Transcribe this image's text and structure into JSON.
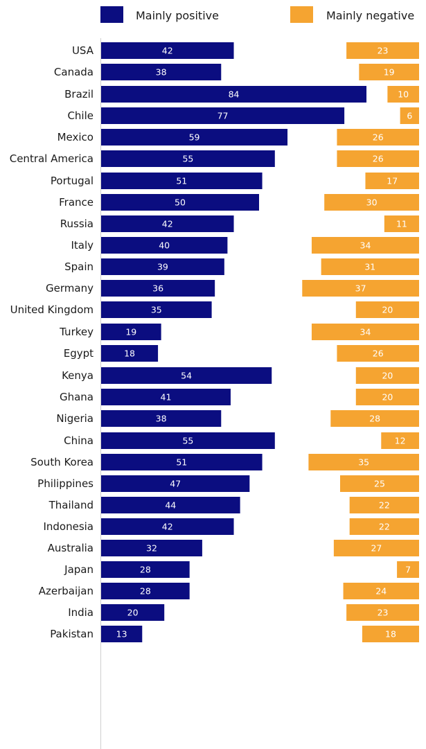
{
  "chart_data": {
    "type": "bar",
    "legend": {
      "placement": "top",
      "entries": [
        {
          "name": "Mainly positive",
          "color": "#0b0d80"
        },
        {
          "name": "Mainly negative",
          "color": "#f5a431"
        }
      ]
    },
    "series": [
      {
        "name": "Mainly positive",
        "color": "#0b0d80",
        "values": [
          42,
          38,
          84,
          77,
          59,
          55,
          51,
          50,
          42,
          40,
          39,
          36,
          35,
          19,
          18,
          54,
          41,
          38,
          55,
          51,
          47,
          44,
          42,
          32,
          28,
          28,
          20,
          13
        ]
      },
      {
        "name": "Mainly negative",
        "color": "#f5a431",
        "values": [
          23,
          19,
          10,
          6,
          26,
          26,
          17,
          30,
          11,
          34,
          31,
          37,
          20,
          34,
          26,
          20,
          20,
          28,
          12,
          35,
          25,
          22,
          22,
          27,
          7,
          24,
          23,
          18
        ]
      }
    ],
    "groups": [
      [
        "USA",
        "Canada"
      ],
      [
        "Brazil",
        "Chile",
        "Mexico",
        "Central America"
      ],
      [
        "Portugal",
        "France",
        "Russia",
        "Italy",
        "Spain",
        "Germany",
        "United Kingdom"
      ],
      [
        "Turkey",
        "Egypt"
      ],
      [
        "Kenya",
        "Ghana",
        "Nigeria"
      ],
      [
        "China",
        "South Korea",
        "Philippines",
        "Thailand",
        "Indonesia",
        "Australia",
        "Japan",
        "Azerbaijan",
        "India",
        "Pakistan"
      ]
    ],
    "grid": false
  }
}
